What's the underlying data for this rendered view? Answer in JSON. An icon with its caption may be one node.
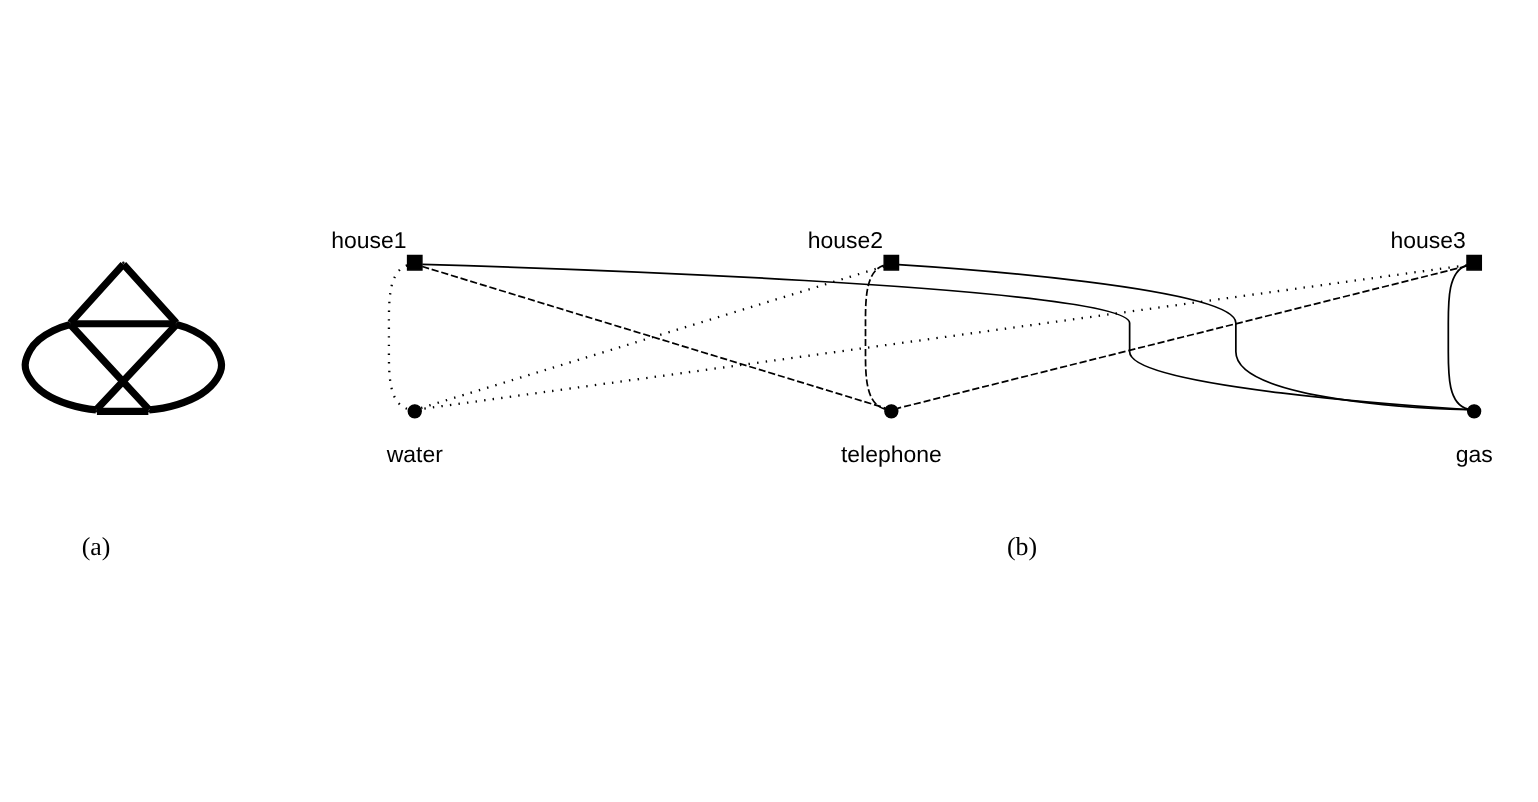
{
  "diagram": {
    "nodes": [
      {
        "text": [],
        "shape": "point"
      },
      {
        "text": [],
        "shape": "point"
      },
      {
        "text": [],
        "shape": "point"
      },
      {
        "text": [],
        "shape": "point"
      },
      {
        "text": [],
        "shape": "point"
      },
      {
        "text": [],
        "shape": "box",
        "beside": [
          "house1"
        ]
      },
      {
        "text": [],
        "shape": "box",
        "beside": [
          "house2"
        ]
      },
      {
        "text": [],
        "shape": "box",
        "beside": [
          "house3"
        ]
      },
      {
        "text": [],
        "shape": "circle",
        "beside": [
          "water"
        ]
      },
      {
        "text": [],
        "shape": "circle",
        "beside": [
          "telephone"
        ]
      },
      {
        "text": [],
        "shape": "circle",
        "beside": [
          "gas"
        ]
      }
    ],
    "edges": [
      {
        "from": 0,
        "to": 1,
        "arrow": "none",
        "style": "thick"
      },
      {
        "from": 0,
        "to": 2,
        "arrow": "none",
        "style": "thick"
      },
      {
        "from": 1,
        "to": 2,
        "arrow": "none",
        "style": "thick"
      },
      {
        "from": 1,
        "to": 3,
        "arrow": "none",
        "style": "thick"
      },
      {
        "from": 2,
        "to": 4,
        "arrow": "none",
        "style": "thick"
      },
      {
        "from": 3,
        "to": 4,
        "arrow": "none",
        "style": "thick"
      },
      {
        "from": 1,
        "to": 4,
        "arrow": "none",
        "style": "thick"
      },
      {
        "from": 2,
        "to": 3,
        "arrow": "none",
        "style": "thick"
      },
      {
        "from": 5,
        "to": 8,
        "arrow": "none",
        "style": "dashed"
      },
      {
        "from": 6,
        "to": 8,
        "arrow": "none",
        "style": "dashed"
      },
      {
        "from": 7,
        "to": 8,
        "arrow": "none",
        "style": "dashed"
      },
      {
        "from": 5,
        "to": 9,
        "arrow": "none",
        "style": "dashed"
      },
      {
        "from": 6,
        "to": 9,
        "arrow": "none",
        "style": "dashed"
      },
      {
        "from": 7,
        "to": 9,
        "arrow": "none",
        "style": "dashed"
      },
      {
        "from": 5,
        "to": 10,
        "arrow": "none"
      },
      {
        "from": 6,
        "to": 10,
        "arrow": "none"
      },
      {
        "from": 7,
        "to": 10,
        "arrow": "none"
      }
    ],
    "labels": [
      "(a)",
      "(b)"
    ]
  }
}
